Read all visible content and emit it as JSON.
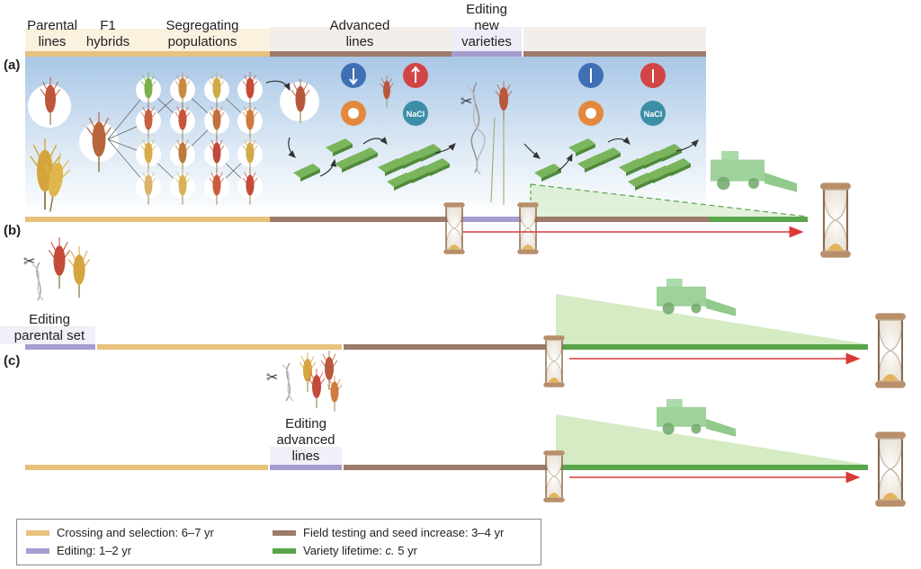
{
  "colors": {
    "crossing": "#e8c17d",
    "editing": "#a69cce",
    "field": "#9c7b6b",
    "variety": "#5aa54b",
    "arrow": "#d93a36",
    "panel_blue": "#cfe0f0"
  },
  "panels": {
    "a": "(a)",
    "b": "(b)",
    "c": "(c)"
  },
  "header": {
    "parental_lines_1": "Parental",
    "parental_lines_2": "lines",
    "f1_1": "F1",
    "f1_2": "hybrids",
    "segregating_1": "Segregating",
    "segregating_2": "populations",
    "advanced_1": "Advanced",
    "advanced_2": "lines",
    "editing_new_1": "Editing",
    "editing_new_2": "new",
    "editing_new_3": "varieties"
  },
  "panel_b": {
    "editing_1": "Editing",
    "editing_2": "parental set"
  },
  "panel_c": {
    "editing_1": "Editing",
    "editing_2": "advanced",
    "editing_3": "lines"
  },
  "stress_icons": [
    "drought-cold-icon",
    "heat-icon",
    "pathogen-icon",
    "salt-icon"
  ],
  "salt_label": "NaCl",
  "legend": {
    "crossing": "Crossing and selection: 6–7 yr",
    "editing": "Editing: 1–2 yr",
    "field": "Field testing and seed increase: 3–4 yr",
    "variety_prefix": "Variety lifetime: ",
    "variety_italic": "c.",
    "variety_suffix": " 5 yr"
  }
}
